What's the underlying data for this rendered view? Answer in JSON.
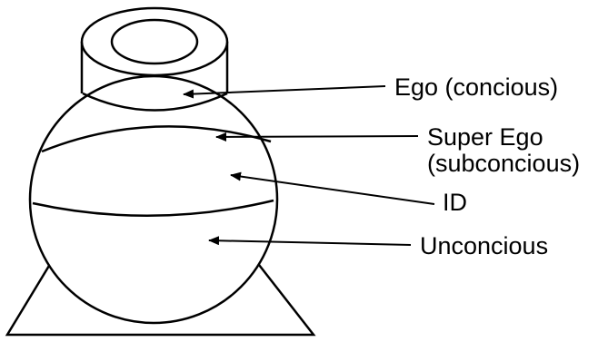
{
  "diagram": {
    "labels": {
      "ego": "Ego (concious)",
      "super_ego_line1": "Super Ego",
      "super_ego_line2": "(subconcious)",
      "id": "ID",
      "unconscious": "Unconcious"
    },
    "colors": {
      "stroke": "#000000",
      "background": "#ffffff"
    }
  }
}
